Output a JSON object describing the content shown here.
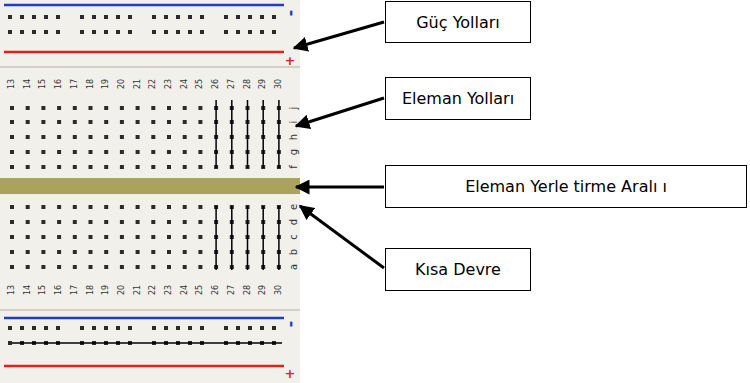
{
  "diagram": {
    "nodes": [
      {
        "text": [
          "Güç Yolları"
        ]
      },
      {
        "text": [
          "Eleman Yolları"
        ]
      },
      {
        "text": [
          "Eleman Yerle tirme Aralı ı"
        ]
      },
      {
        "text": [
          "Kısa Devre"
        ]
      }
    ],
    "labels": [
      "13",
      "14",
      "15",
      "16",
      "17",
      "18",
      "19",
      "20",
      "21",
      "22",
      "23",
      "24",
      "25",
      "26",
      "27",
      "28",
      "29",
      "30",
      "j",
      "i",
      "h",
      "g",
      "f",
      "e",
      "d",
      "c",
      "b",
      "a",
      "13",
      "14",
      "15",
      "16",
      "17",
      "18",
      "19",
      "20",
      "21",
      "22",
      "23",
      "24",
      "25",
      "26",
      "27",
      "28",
      "29",
      "30",
      "-",
      "+",
      "-",
      "+"
    ]
  }
}
